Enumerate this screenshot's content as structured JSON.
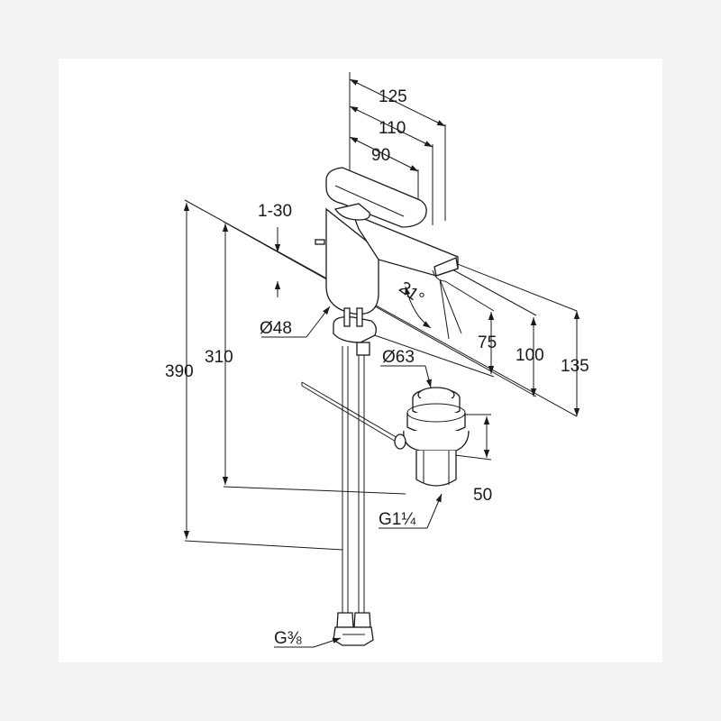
{
  "dimensions": {
    "projection_total": "125",
    "projection_mid": "110",
    "projection_short": "90",
    "lever_angle_range": "1-30",
    "spout_angle": "21°",
    "body_diameter": "Ø48",
    "total_height": "390",
    "body_height": "310",
    "spout_clearance": "75",
    "spout_height": "100",
    "top_height": "135",
    "waste_diameter": "Ø63",
    "waste_height": "50",
    "waste_thread": "G1¼",
    "supply_thread": "G⅜"
  }
}
